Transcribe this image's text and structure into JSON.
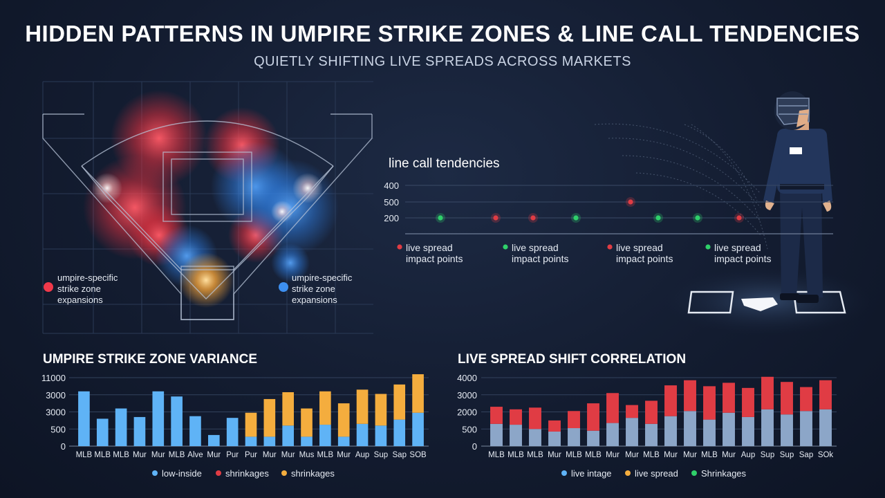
{
  "header": {
    "title": "HIDDEN PATTERNS IN UMPIRE STRIKE ZONES & LINE CALL TENDENCIES",
    "subtitle": "QUIETLY SHIFTING LIVE SPREADS ACROSS MARKETS"
  },
  "diamond": {
    "label_left": [
      "umpire-specific",
      "strike zone",
      "expansions"
    ],
    "label_right": [
      "umpire-specific",
      "strike zone",
      "expansions"
    ],
    "colors": {
      "red": "#f0394a",
      "blue": "#3d8ff0",
      "orange": "#f0a038"
    }
  },
  "colors": {
    "blue": "#5fb3f6",
    "orange": "#f4ad3e",
    "red": "#e03c44",
    "steel": "#8ca6c8",
    "green": "#2fd06a"
  },
  "chart_data": [
    {
      "type": "scatter",
      "title": "line call tendencies",
      "yticks": [
        "400",
        "500",
        "200"
      ],
      "points": [
        {
          "y_tick": "200",
          "color": "green"
        },
        {
          "y_tick": "200",
          "color": "red"
        },
        {
          "y_tick": "200",
          "color": "red"
        },
        {
          "y_tick": "200",
          "color": "green"
        },
        {
          "y_tick": "500",
          "color": "red"
        },
        {
          "y_tick": "200",
          "color": "green"
        },
        {
          "y_tick": "200",
          "color": "green"
        },
        {
          "y_tick": "200",
          "color": "red"
        }
      ],
      "legend": [
        {
          "label": [
            "live spread",
            "impact points"
          ],
          "color": "red"
        },
        {
          "label": [
            "live spread",
            "impact points"
          ],
          "color": "green"
        },
        {
          "label": [
            "live spread",
            "impact points"
          ],
          "color": "red"
        },
        {
          "label": [
            "live spread",
            "impact points"
          ],
          "color": "green"
        }
      ]
    },
    {
      "type": "bar",
      "title": "UMPIRE STRIKE ZONE VARIANCE",
      "yticks": [
        "11000",
        "3000",
        "3000",
        "500",
        "0"
      ],
      "categories": [
        "MLB",
        "MLB",
        "MLB",
        "Mur",
        "Mur",
        "MLB",
        "Alve",
        "Mur",
        "Pur",
        "Pur",
        "Mur",
        "Mur",
        "Mus",
        "MLB",
        "Mur",
        "Aup",
        "Sup",
        "Sap",
        "SOB"
      ],
      "series": [
        {
          "name": "low-inside",
          "color": "blue",
          "values": [
            3.2,
            1.6,
            2.2,
            1.7,
            3.2,
            2.9,
            1.75,
            0.65,
            1.65,
            0.55,
            0.55,
            1.2,
            0.55,
            1.25,
            0.55,
            1.3,
            1.2,
            1.55,
            1.95
          ]
        },
        {
          "name": "shrinkages",
          "color": "orange",
          "values": [
            0,
            0,
            0,
            0,
            0,
            0,
            0,
            0,
            0,
            1.4,
            2.2,
            1.95,
            1.65,
            1.95,
            1.95,
            2.0,
            1.85,
            2.05,
            2.25
          ]
        }
      ],
      "legend": [
        {
          "label": "low-inside",
          "color": "blue"
        },
        {
          "label": "shrinkages",
          "color": "red"
        },
        {
          "label": "shrinkages",
          "color": "orange"
        }
      ]
    },
    {
      "type": "bar",
      "title": "LIVE SPREAD SHIFT CORRELATION",
      "yticks": [
        "4000",
        "3000",
        "2000",
        "500",
        "0"
      ],
      "categories": [
        "MLB",
        "MLB",
        "MLB",
        "Mur",
        "MLB",
        "MLB",
        "Mur",
        "Mur",
        "MLB",
        "Mur",
        "Mur",
        "MLB",
        "Mur",
        "Aup",
        "Sup",
        "Sup",
        "Sap",
        "SOk"
      ],
      "series": [
        {
          "name": "live intage",
          "color": "steel",
          "values": [
            1.3,
            1.25,
            1.0,
            0.85,
            1.05,
            0.9,
            1.35,
            1.65,
            1.3,
            1.75,
            2.05,
            1.55,
            1.95,
            1.7,
            2.15,
            1.85,
            2.05,
            2.15
          ]
        },
        {
          "name": "live spread",
          "color": "red",
          "values": [
            1.0,
            0.9,
            1.25,
            0.65,
            1.0,
            1.6,
            1.75,
            0.75,
            1.35,
            1.8,
            1.8,
            1.95,
            1.75,
            1.7,
            1.9,
            1.9,
            1.4,
            1.7
          ]
        }
      ],
      "legend": [
        {
          "label": "live intage",
          "color": "blue"
        },
        {
          "label": "live spread",
          "color": "orange"
        },
        {
          "label": "Shrinkages",
          "color": "green"
        }
      ]
    }
  ]
}
